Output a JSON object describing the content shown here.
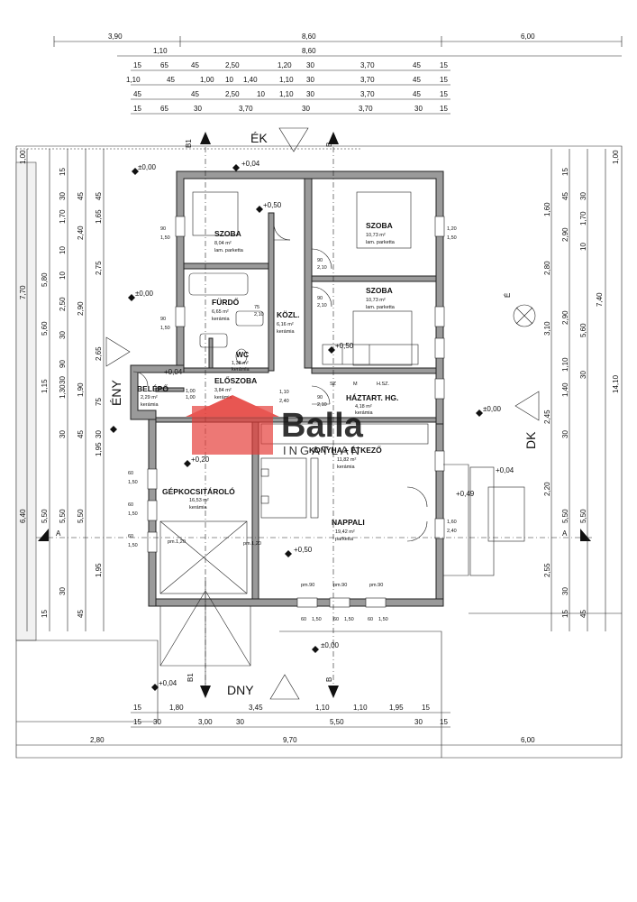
{
  "compass": {
    "north": "ÉK",
    "south": "DNY",
    "west": "ÉNY",
    "east": "DK",
    "north_marker": "É"
  },
  "sections": {
    "a": "A",
    "b": "B",
    "b1": "B1"
  },
  "dims_top": {
    "row1": [
      "3,90",
      "8,60",
      "6,00"
    ],
    "row2": [
      "1,10",
      "8,60"
    ],
    "row3": [
      "15",
      "65",
      "45",
      "2,50",
      "1,20",
      "30",
      "3,70",
      "45",
      "15"
    ],
    "row4": [
      "1,10",
      "45",
      "1,00",
      "10",
      "1,40",
      "1,10",
      "30",
      "3,70",
      "45",
      "15"
    ],
    "row5": [
      "45",
      "45",
      "2,50",
      "10",
      "1,10",
      "30",
      "3,70",
      "45",
      "15"
    ],
    "row6": [
      "15",
      "65",
      "30",
      "3,70",
      "30",
      "3,70",
      "30",
      "15"
    ]
  },
  "dims_bottom": {
    "row1": [
      "15",
      "1,80",
      "3,45",
      "1,10",
      "1,10",
      "1,95",
      "15"
    ],
    "row2": [
      "15",
      "30",
      "3,00",
      "30",
      "5,50",
      "30",
      "15"
    ],
    "row3": [
      "2,80",
      "9,70",
      "6,00"
    ]
  },
  "dims_left": [
    "1,00",
    "15",
    "30",
    "45",
    "1,70",
    "45",
    "1,65",
    "2,40",
    "10",
    "2,75",
    "5,80",
    "7,70",
    "10",
    "2,50",
    "2,90",
    "5,60",
    "30",
    "2,65",
    "90",
    "1,15",
    "1,30",
    "1,90",
    "30",
    "75",
    "30",
    "45",
    "30",
    "1,95",
    "6,40",
    "5,50",
    "5,50",
    "5,50",
    "1,95",
    "30",
    "45",
    "15"
  ],
  "dims_right": [
    "1,00",
    "15",
    "30",
    "45",
    "1,60",
    "1,70",
    "2,90",
    "10",
    "2,80",
    "7,40",
    "3,10",
    "5,60",
    "2,90",
    "14,10",
    "1,10",
    "1,40",
    "30",
    "2,45",
    "30",
    "2,20",
    "5,50",
    "5,50",
    "2,55",
    "30",
    "45",
    "15"
  ],
  "levels": [
    "±0,00",
    "+0,04",
    "+0,50",
    "±0,00",
    "+0,50",
    "+0,04",
    "+0,20",
    "±0,00",
    "+0,49",
    "+0,50",
    "+0,04",
    "±0,00",
    "+0,04"
  ],
  "rooms": [
    {
      "name": "SZOBA",
      "area": "8,04 m²",
      "floor": "lam. parketta"
    },
    {
      "name": "SZOBA",
      "area": "10,73 m²",
      "floor": "lam. parketta"
    },
    {
      "name": "SZOBA",
      "area": "10,73 m²",
      "floor": "lam. parketta"
    },
    {
      "name": "FÜRDŐ",
      "area": "6,65 m²",
      "floor": "kerámia"
    },
    {
      "name": "KÖZL.",
      "area": "6,16 m²",
      "floor": "kerámia"
    },
    {
      "name": "WC",
      "area": "1,38 m²",
      "floor": "kerámia"
    },
    {
      "name": "BELÉPŐ",
      "area": "2,29 m²",
      "floor": "kerámia"
    },
    {
      "name": "ELŐSZOBA",
      "area": "3,84 m²",
      "floor": "kerámia"
    },
    {
      "name": "HÁZTART. HG.",
      "area": "4,18 m²",
      "floor": "kerámia"
    },
    {
      "name": "KONYHA + ÉTKEZŐ",
      "area": "11,82 m²",
      "floor": "kerámia"
    },
    {
      "name": "GÉPKOCSITÁROLÓ",
      "area": "16,53 m²",
      "floor": "kerámia"
    },
    {
      "name": "NAPPALI",
      "area": "19,42 m²",
      "floor": "parketta"
    }
  ],
  "openings": [
    "90",
    "1,50",
    "90",
    "1,50",
    "1,20",
    "1,50",
    "90",
    "2,10",
    "90",
    "2,10",
    "75",
    "2,10",
    "90",
    "2,10",
    "1,00",
    "1,00",
    "1,10",
    "2,40",
    "60",
    "1,50",
    "60",
    "1,50",
    "60",
    "1,50",
    "pm.90",
    "pm.90",
    "pm.90",
    "60",
    "1,50",
    "60",
    "1,50",
    "60",
    "1,50",
    "1,60",
    "2,40",
    "pm.1,20",
    "pm.1,20"
  ],
  "storage": [
    "SZ",
    "M",
    "H.SZ."
  ],
  "watermark": {
    "brand": "Balla",
    "sub": "INGATLAN"
  },
  "colors": {
    "wall": "#9a9a9a",
    "brand": "#e53935",
    "brand_blue": "#1e88e5"
  }
}
